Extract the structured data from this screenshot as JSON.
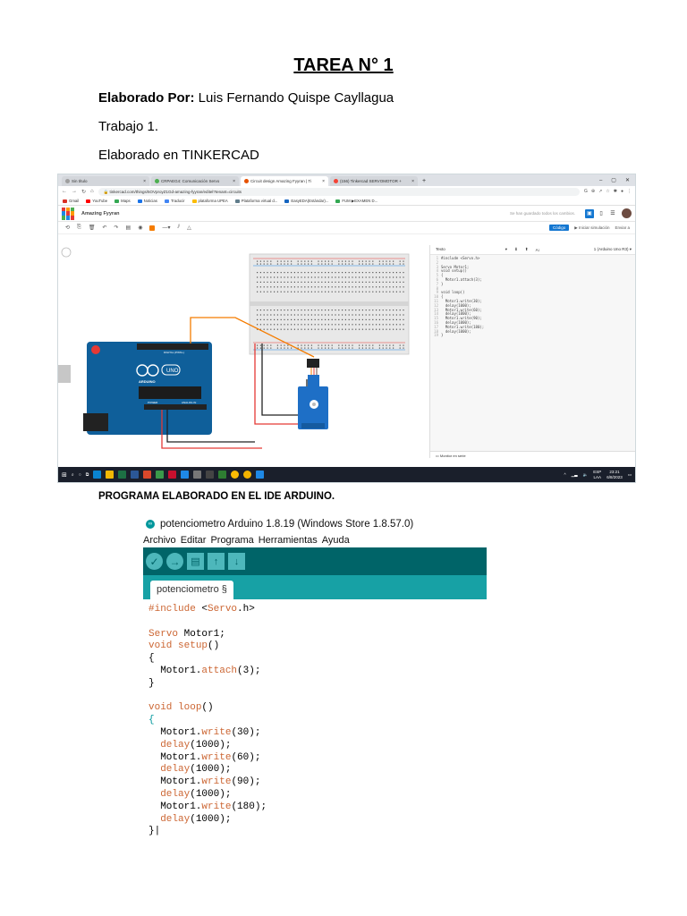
{
  "doc": {
    "title": "TAREA N° 1",
    "author_label": "Elaborado Por:",
    "author_name": " Luis Fernando Quispe Cayllagua",
    "work_line": "Trabajo 1.",
    "tool_line": "Elaborado en TINKERCAD",
    "section_heading": "PROGRAMA ELABORADO EN EL IDE ARDUINO."
  },
  "tinkercad": {
    "tabs": [
      {
        "label": "Sin título",
        "fav_color": "#9e9e9e"
      },
      {
        "label": "CRPAEG4: Comunicación Servo",
        "fav_color": "#4caf50"
      },
      {
        "label": "Circuit design Amazing Fyyran | Ti",
        "fav_color": "#e65100",
        "active": true
      },
      {
        "label": "(156) Tinkercad SERVOMOTOR +",
        "fav_color": "#f44336"
      }
    ],
    "url": "tinkercad.com/things/5OVproyZ1Gd-amazing-fyyran/editel?tenant=circuits",
    "bookmarks": [
      {
        "label": "Gmail",
        "color": "#d93025"
      },
      {
        "label": "YouTube",
        "color": "#ff0000"
      },
      {
        "label": "Maps",
        "color": "#34a853"
      },
      {
        "label": "Noticias",
        "color": "#1a73e8"
      },
      {
        "label": "Traducir",
        "color": "#4285f4"
      },
      {
        "label": "plataforma UPEA",
        "color": "#fbbc04"
      },
      {
        "label": "Plataforma virtual d...",
        "color": "#607d8b"
      },
      {
        "label": "EasyEDA(Estándar)...",
        "color": "#1565c0"
      },
      {
        "label": "FUM ▶EXAMEN D...",
        "color": "#34a853"
      }
    ],
    "project_name": "Amazing Fyyran",
    "saved_text": "Se han guardado todos los cambios.",
    "code_button": "Código",
    "simulate_button": "Iniciar simulación",
    "send_button": "Enviar a",
    "code_mode": "Texto",
    "board": "1 (Arduino Uno R3)",
    "code_lines": [
      "#include <Servo.h>",
      "",
      "Servo Motor1;",
      "void setup()",
      "{",
      "  Motor1.attach(3);",
      "}",
      "",
      "void loop()",
      "{",
      "  Motor1.write(30);",
      "  delay(1000);",
      "  Motor1.write(60);",
      "  delay(1000);",
      "  Motor1.write(90);",
      "  delay(1000);",
      "  Motor1.write(180);",
      "  delay(1000);",
      "}"
    ],
    "serial_monitor": "Monitor en serie",
    "board_labels": {
      "brand": "ARDUINO",
      "model": "UNO",
      "digital": "DIGITAL (PWM~)",
      "power": "POWER",
      "analog": "ANALOG IN"
    },
    "tray": {
      "lang": "ESP",
      "layout": "LAA",
      "time": "23:21",
      "date": "6/8/2023"
    }
  },
  "ide": {
    "title": "potenciometro Arduino 1.8.19 (Windows Store 1.8.57.0)",
    "menu": [
      "Archivo",
      "Editar",
      "Programa",
      "Herramientas",
      "Ayuda"
    ],
    "tab": "potenciometro §",
    "code": [
      [
        [
          "kw",
          "#include"
        ],
        [
          "",
          " <"
        ],
        [
          "kw",
          "Servo"
        ],
        [
          "",
          ".h>"
        ]
      ],
      [],
      [
        [
          "kw",
          "Servo"
        ],
        [
          "",
          " Motor1;"
        ]
      ],
      [
        [
          "ty",
          "void"
        ],
        [
          "",
          " "
        ],
        [
          "fn",
          "setup"
        ],
        [
          "",
          "()"
        ]
      ],
      [
        [
          "",
          "{"
        ]
      ],
      [
        [
          "",
          "  Motor1."
        ],
        [
          "fn",
          "attach"
        ],
        [
          "",
          "(3);"
        ]
      ],
      [
        [
          "",
          "}"
        ]
      ],
      [],
      [
        [
          "ty",
          "void"
        ],
        [
          "",
          " "
        ],
        [
          "fn",
          "loop"
        ],
        [
          "",
          "()"
        ]
      ],
      [
        [
          "blue",
          "{"
        ]
      ],
      [
        [
          "",
          "  Motor1."
        ],
        [
          "fn",
          "write"
        ],
        [
          "",
          "(30);"
        ]
      ],
      [
        [
          "",
          "  "
        ],
        [
          "fn",
          "delay"
        ],
        [
          "",
          "(1000);"
        ]
      ],
      [
        [
          "",
          "  Motor1."
        ],
        [
          "fn",
          "write"
        ],
        [
          "",
          "(60);"
        ]
      ],
      [
        [
          "",
          "  "
        ],
        [
          "fn",
          "delay"
        ],
        [
          "",
          "(1000);"
        ]
      ],
      [
        [
          "",
          "  Motor1."
        ],
        [
          "fn",
          "write"
        ],
        [
          "",
          "(90);"
        ]
      ],
      [
        [
          "",
          "  "
        ],
        [
          "fn",
          "delay"
        ],
        [
          "",
          "(1000);"
        ]
      ],
      [
        [
          "",
          "  Motor1."
        ],
        [
          "fn",
          "write"
        ],
        [
          "",
          "(180);"
        ]
      ],
      [
        [
          "",
          "  "
        ],
        [
          "fn",
          "delay"
        ],
        [
          "",
          "(1000);"
        ]
      ],
      [
        [
          "",
          "}|"
        ]
      ]
    ]
  }
}
